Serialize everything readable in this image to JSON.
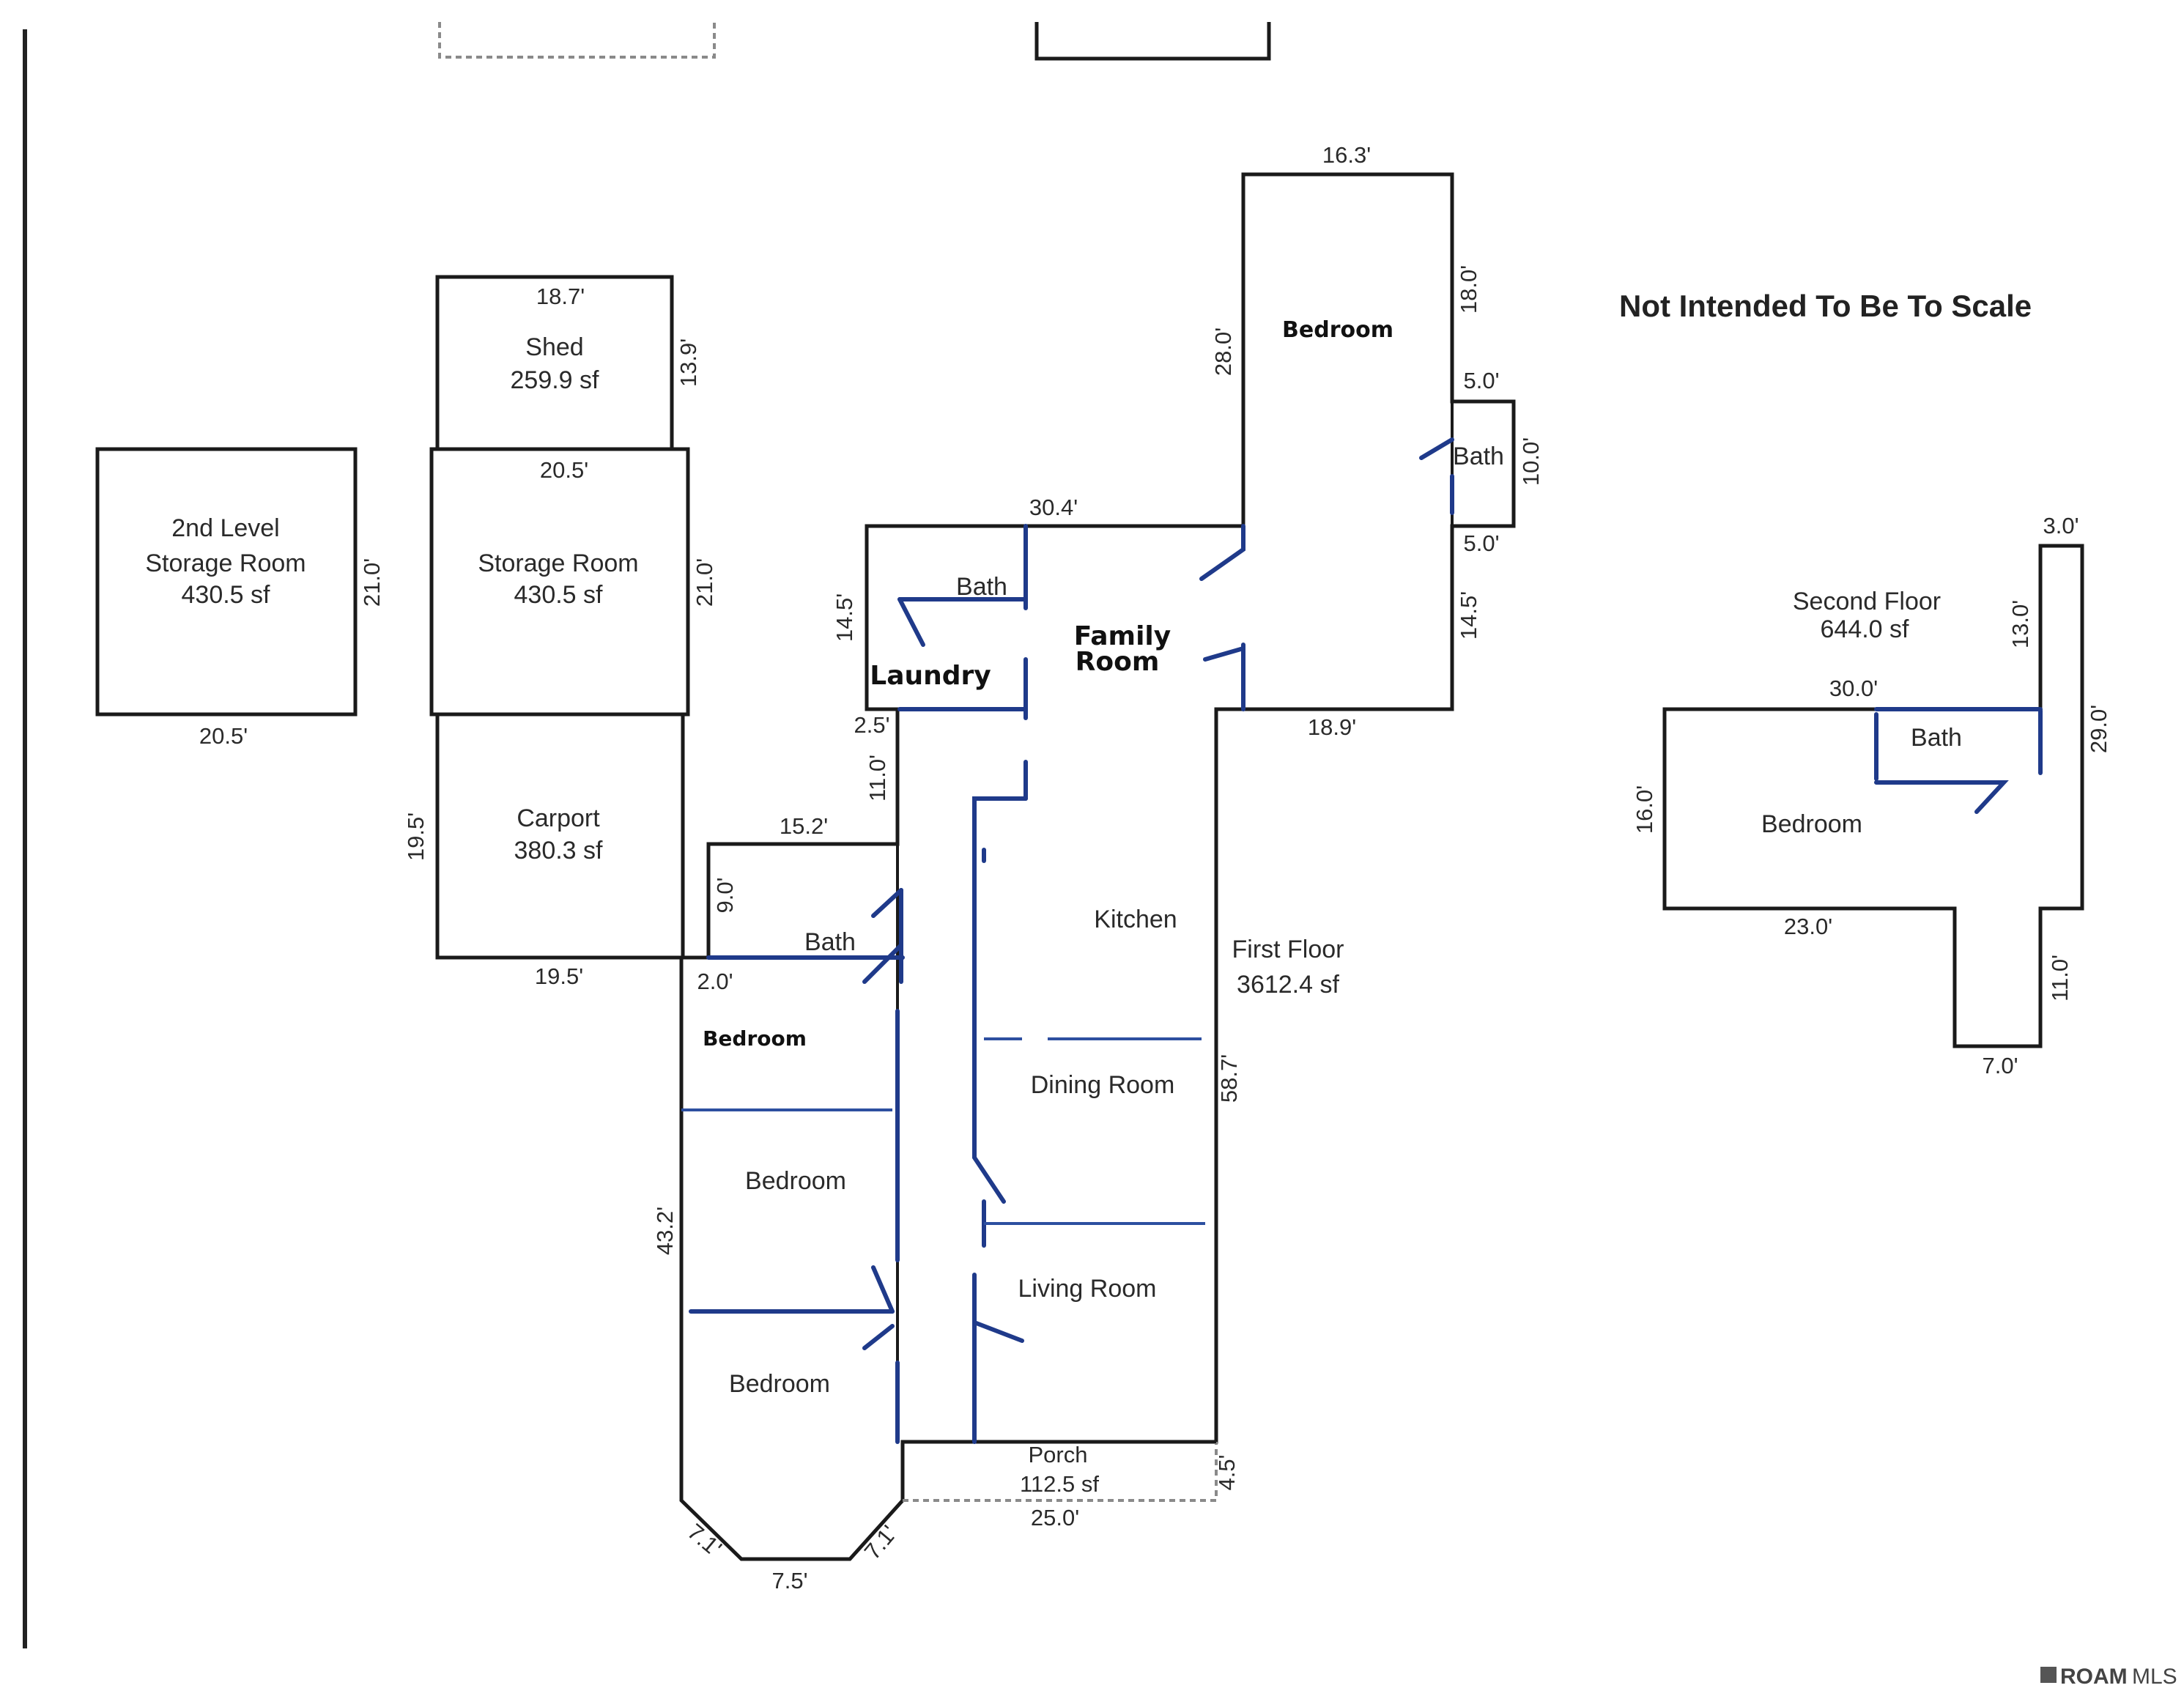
{
  "note": "Not Intended To Be To Scale",
  "logo": {
    "brand": "ROAM",
    "suffix": "MLS"
  },
  "rooms": {
    "shed": {
      "name": "Shed",
      "area": "259.9 sf"
    },
    "storage_2nd": {
      "name1": "2nd Level",
      "name2": "Storage Room",
      "area": "430.5 sf"
    },
    "storage": {
      "name": "Storage Room",
      "area": "430.5 sf"
    },
    "carport": {
      "name": "Carport",
      "area": "380.3 sf"
    },
    "bath_laundry": "Bath",
    "laundry": "Laundry",
    "family": {
      "line1": "Family",
      "line2": "Room"
    },
    "bedroom_top": "Bedroom",
    "bath_top": "Bath",
    "bath_mid": "Bath",
    "bedroom_left1": "Bedroom",
    "bedroom_left2": "Bedroom",
    "bedroom_left3": "Bedroom",
    "kitchen": "Kitchen",
    "dining": "Dining Room",
    "living": "Living Room",
    "porch": {
      "name": "Porch",
      "area": "112.5 sf"
    },
    "first_floor": {
      "name": "First Floor",
      "area": "3612.4 sf"
    },
    "second_floor": {
      "name": "Second Floor",
      "area": "644.0 sf"
    },
    "bath_second": "Bath",
    "bedroom_second": "Bedroom"
  },
  "dims": {
    "shed_w": "18.7'",
    "shed_h": "13.9'",
    "stor_top": "20.5'",
    "stor_h": "21.0'",
    "stor2_h": "21.0'",
    "stor2_w": "20.5'",
    "carport_h": "19.5'",
    "carport_w": "19.5'",
    "main_top": "30.4'",
    "laundry_h": "14.5'",
    "d25": "2.5'",
    "d110": "11.0'",
    "d152": "15.2'",
    "d90": "9.0'",
    "d20": "2.0'",
    "d432": "43.2'",
    "d71a": "7.1'",
    "d75": "7.5'",
    "d71b": "7.1'",
    "porch_w": "25.0'",
    "porch_h": "4.5'",
    "d587": "58.7'",
    "d189": "18.9'",
    "d163": "16.3'",
    "d280": "28.0'",
    "d180": "18.0'",
    "d50a": "5.0'",
    "d100": "10.0'",
    "d50b": "5.0'",
    "d145b": "14.5'",
    "s30": "3.0'",
    "s130": "13.0'",
    "s300": "30.0'",
    "s290": "29.0'",
    "s160": "16.0'",
    "s230": "23.0'",
    "s110": "11.0'",
    "s70": "7.0'"
  }
}
